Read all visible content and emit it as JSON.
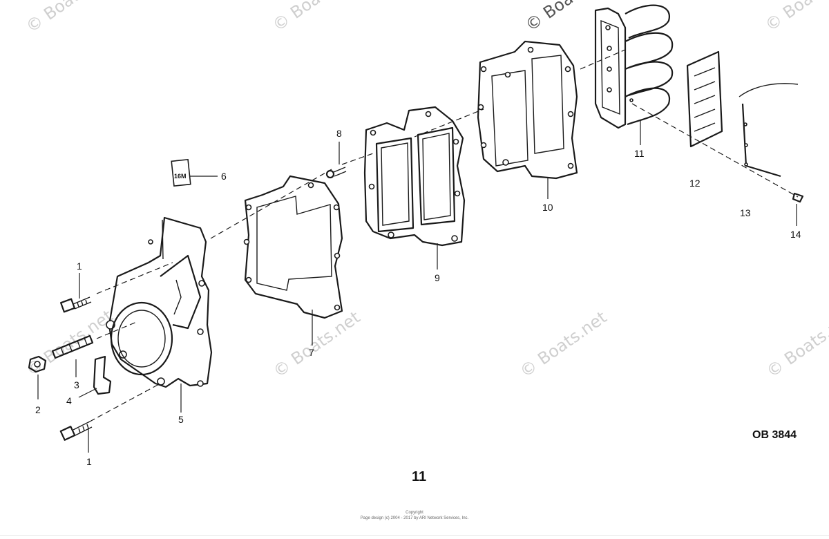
{
  "watermark_text": "© Boats.net",
  "diagram": {
    "page_number": "11",
    "reference_code": "OB 3844",
    "callouts": [
      "1",
      "2",
      "3",
      "4",
      "5",
      "6",
      "7",
      "8",
      "9",
      "10",
      "11",
      "12",
      "13",
      "14",
      "1"
    ],
    "decal_text": "16M"
  },
  "footer": {
    "line1": "Copyright",
    "line2": "Page design (c) 2004 - 2017 by ARI Network Services, Inc."
  }
}
